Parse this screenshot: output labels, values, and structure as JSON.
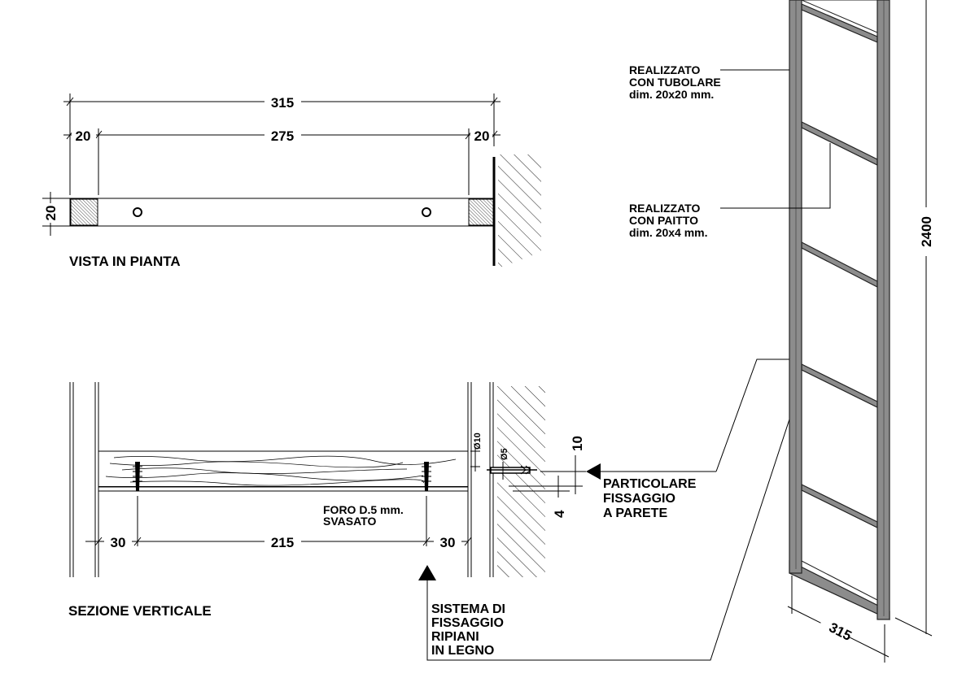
{
  "plan_view": {
    "title": "VISTA IN PIANTA",
    "dim_total": "315",
    "dim_left": "20",
    "dim_middle": "275",
    "dim_right": "20",
    "dim_height": "20"
  },
  "section_view": {
    "title": "SEZIONE VERTICALE",
    "dim_left": "30",
    "dim_middle": "215",
    "dim_right": "30",
    "hole_note_1": "FORO D.5 mm.",
    "hole_note_2": "SVASATO",
    "dim_d10": "Ø10",
    "dim_d5": "Ø5",
    "dim_10": "10",
    "dim_4": "4"
  },
  "callouts": {
    "wall_fix": [
      "PARTICOLARE",
      "FISSAGGIO",
      "A PARETE"
    ],
    "shelf_fix": [
      "SISTEMA DI",
      "FISSAGGIO",
      "RIPIANI",
      "IN LEGNO"
    ],
    "tube": [
      "REALIZZATO",
      "CON TUBOLARE",
      "dim. 20x20 mm."
    ],
    "flat": [
      "REALIZZATO",
      "CON PAITTO",
      "dim. 20x4 mm."
    ]
  },
  "frame": {
    "dim_height": "2400",
    "dim_depth": "315"
  }
}
